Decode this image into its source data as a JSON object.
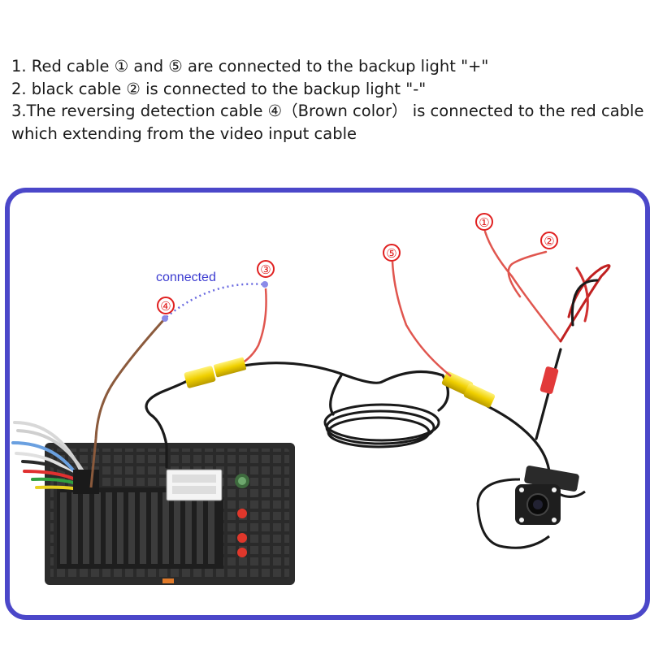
{
  "instructions": [
    "1. Red cable ① and ⑤ are connected to the backup light \"+\"",
    "2. black cable ② is connected to the backup light \"-\"",
    "3.The reversing detection cable ④（Brown color） is connected to the red cable ③",
    "which extending from the video input cable"
  ],
  "diagram": {
    "connected_label": "connected",
    "callouts": [
      "①",
      "②",
      "③",
      "④",
      "⑤"
    ],
    "colors": {
      "frame": "#4b47c9",
      "callout": "#e02020",
      "red_wire": "#e0564f",
      "brown_wire": "#8b5a3c",
      "black_wire": "#1a1a1a",
      "rca_yellow": "#f0d000",
      "connected_text": "#3a3ad0"
    }
  }
}
